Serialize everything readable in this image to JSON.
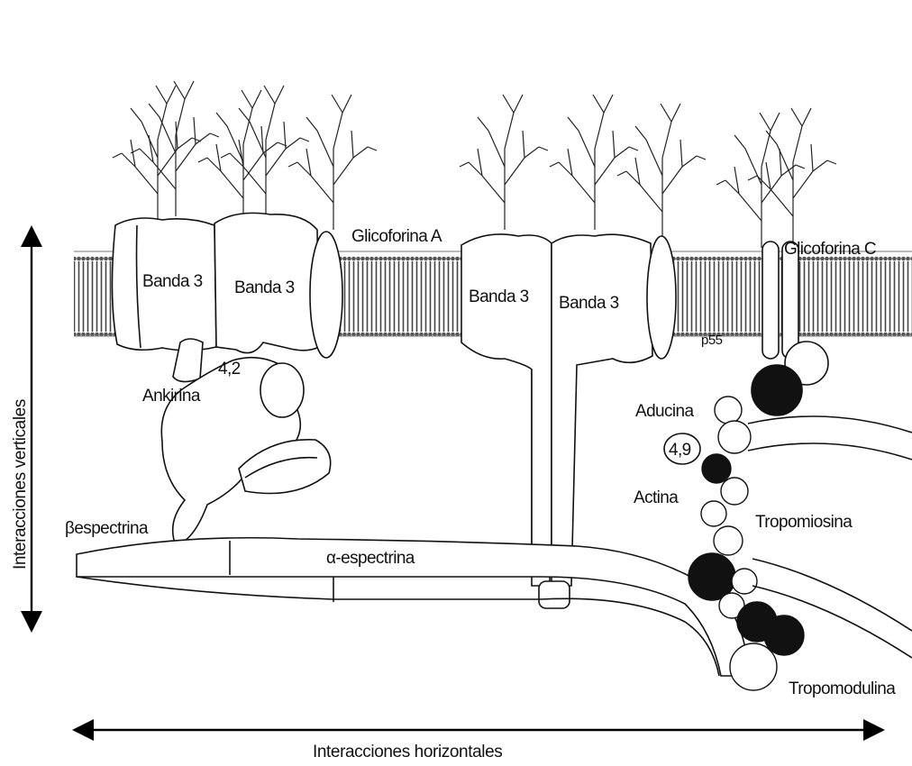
{
  "labels": {
    "banda3_a": "Banda 3",
    "banda3_b": "Banda 3",
    "banda3_c": "Banda 3",
    "banda3_d": "Banda 3",
    "glicoforina_a": "Glicoforina A",
    "glicoforina_c": "Glicoforina C",
    "p55": "p55",
    "ankirina": "Ankirina",
    "protein_42": "4,2",
    "aducina": "Aducina",
    "protein_49": "4,9",
    "actina": "Actina",
    "tropomiosina": "Tropomiosina",
    "tropomodulina": "Tropomodulina",
    "beta_espectrina": "βespectrina",
    "alfa_espectrina": "α-espectrina"
  },
  "axes": {
    "vertical": "Interacciones verticales",
    "horizontal": "Interacciones horizontales"
  }
}
